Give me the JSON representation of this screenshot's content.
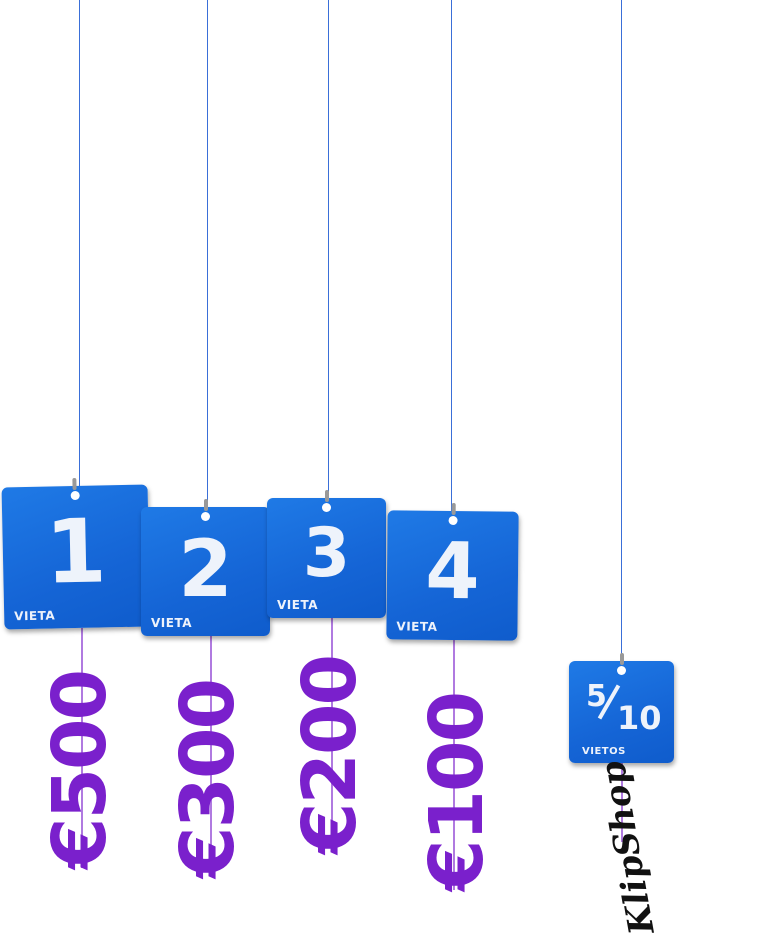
{
  "tags": [
    {
      "number": "1",
      "label": "VIETA",
      "price": "€500"
    },
    {
      "number": "2",
      "label": "VIETA",
      "price": "€300"
    },
    {
      "number": "3",
      "label": "VIETA",
      "price": "€200"
    },
    {
      "number": "4",
      "label": "VIETA",
      "price": "€100"
    }
  ],
  "summary_tag": {
    "numerator": "5",
    "denominator": "10",
    "label": "VIETOS"
  },
  "logo_text": "KlipShop",
  "colors": {
    "tag": "#1a6fdc",
    "price": "#7a20cc",
    "string": "#3a6fd8"
  }
}
